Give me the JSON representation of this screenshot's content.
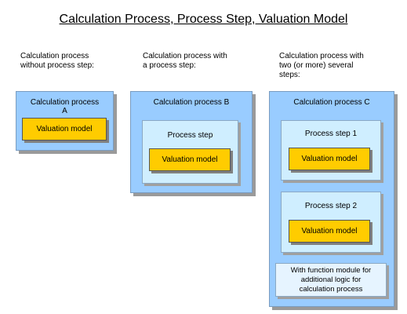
{
  "title": "Calculation Process, Process Step, Valuation Model",
  "columns": [
    {
      "caption": "Calculation process\nwithout process step:",
      "process_label": "Calculation process\nA",
      "models": [
        "Valuation model"
      ]
    },
    {
      "caption": "Calculation process with\na process step:",
      "process_label": "Calculation process B",
      "steps": [
        {
          "label": "Process step",
          "model": "Valuation model"
        }
      ]
    },
    {
      "caption": "Calculation process with\ntwo (or more) several\nsteps:",
      "process_label": "Calculation process C",
      "steps": [
        {
          "label": "Process step 1",
          "model": "Valuation model"
        },
        {
          "label": "Process step 2",
          "model": "Valuation model"
        }
      ],
      "note": "With function module for\nadditional logic for\ncalculation process"
    }
  ],
  "colors": {
    "process_box": "#99ccff",
    "step_box": "#cfeeff",
    "model_box": "#ffcc00"
  }
}
